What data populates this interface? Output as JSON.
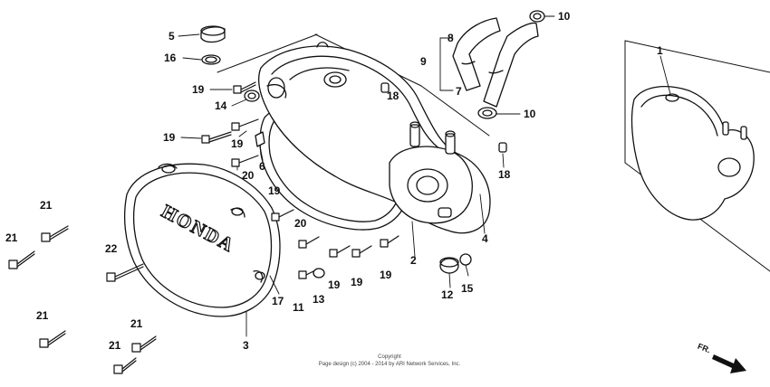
{
  "diagram": {
    "cover_text": "HONDA",
    "direction_label": "FR.",
    "copyright": [
      "Copyright",
      "Page design (c) 2004 - 2014 by ARI Network Services, Inc."
    ],
    "callouts": [
      {
        "id": "c5",
        "text": "5"
      },
      {
        "id": "c16",
        "text": "16"
      },
      {
        "id": "c19a",
        "text": "19"
      },
      {
        "id": "c14",
        "text": "14"
      },
      {
        "id": "c19b",
        "text": "19"
      },
      {
        "id": "c19c",
        "text": "19"
      },
      {
        "id": "c20a",
        "text": "20"
      },
      {
        "id": "c6",
        "text": "6"
      },
      {
        "id": "c18a",
        "text": "18"
      },
      {
        "id": "c8",
        "text": "8"
      },
      {
        "id": "c9",
        "text": "9"
      },
      {
        "id": "c7",
        "text": "7"
      },
      {
        "id": "c10a",
        "text": "10"
      },
      {
        "id": "c10b",
        "text": "10"
      },
      {
        "id": "c18b",
        "text": "18"
      },
      {
        "id": "c1",
        "text": "1"
      },
      {
        "id": "c4",
        "text": "4"
      },
      {
        "id": "c2",
        "text": "2"
      },
      {
        "id": "c15",
        "text": "15"
      },
      {
        "id": "c12",
        "text": "12"
      },
      {
        "id": "c19d",
        "text": "19"
      },
      {
        "id": "c19e",
        "text": "19"
      },
      {
        "id": "c19f",
        "text": "19"
      },
      {
        "id": "c20b",
        "text": "20"
      },
      {
        "id": "c19g",
        "text": "19"
      },
      {
        "id": "c13",
        "text": "13"
      },
      {
        "id": "c11",
        "text": "11"
      },
      {
        "id": "c17",
        "text": "17"
      },
      {
        "id": "c3",
        "text": "3"
      },
      {
        "id": "c22",
        "text": "22"
      },
      {
        "id": "c21a",
        "text": "21"
      },
      {
        "id": "c21b",
        "text": "21"
      },
      {
        "id": "c21c",
        "text": "21"
      },
      {
        "id": "c21d",
        "text": "21"
      },
      {
        "id": "c21e",
        "text": "21"
      }
    ]
  }
}
